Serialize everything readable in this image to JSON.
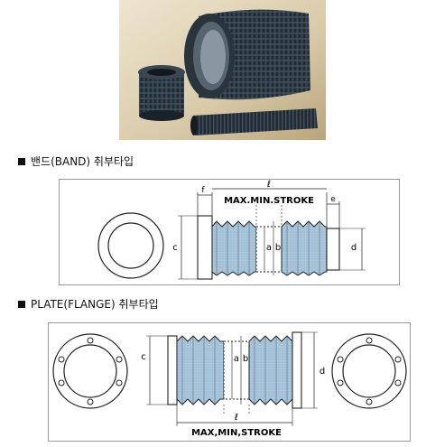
{
  "section_band": {
    "heading": "밴드(BAND) 취부타입",
    "labels": {
      "f": "f",
      "l": "ℓ",
      "stroke": "MAX.MIN.STROKE",
      "e": "e",
      "c": "c",
      "a": "a",
      "b": "b",
      "d": "d"
    }
  },
  "section_plate": {
    "heading": "PLATE(FLANGE) 취부타입",
    "labels": {
      "c": "c",
      "a": "a",
      "b": "b",
      "d": "d",
      "l": "ℓ",
      "stroke": "MAX,MIN,STROKE"
    }
  },
  "colors": {
    "bellows": "#a9c6dc",
    "photo_background": "#d8c9a8",
    "rubber": "#27313a"
  }
}
